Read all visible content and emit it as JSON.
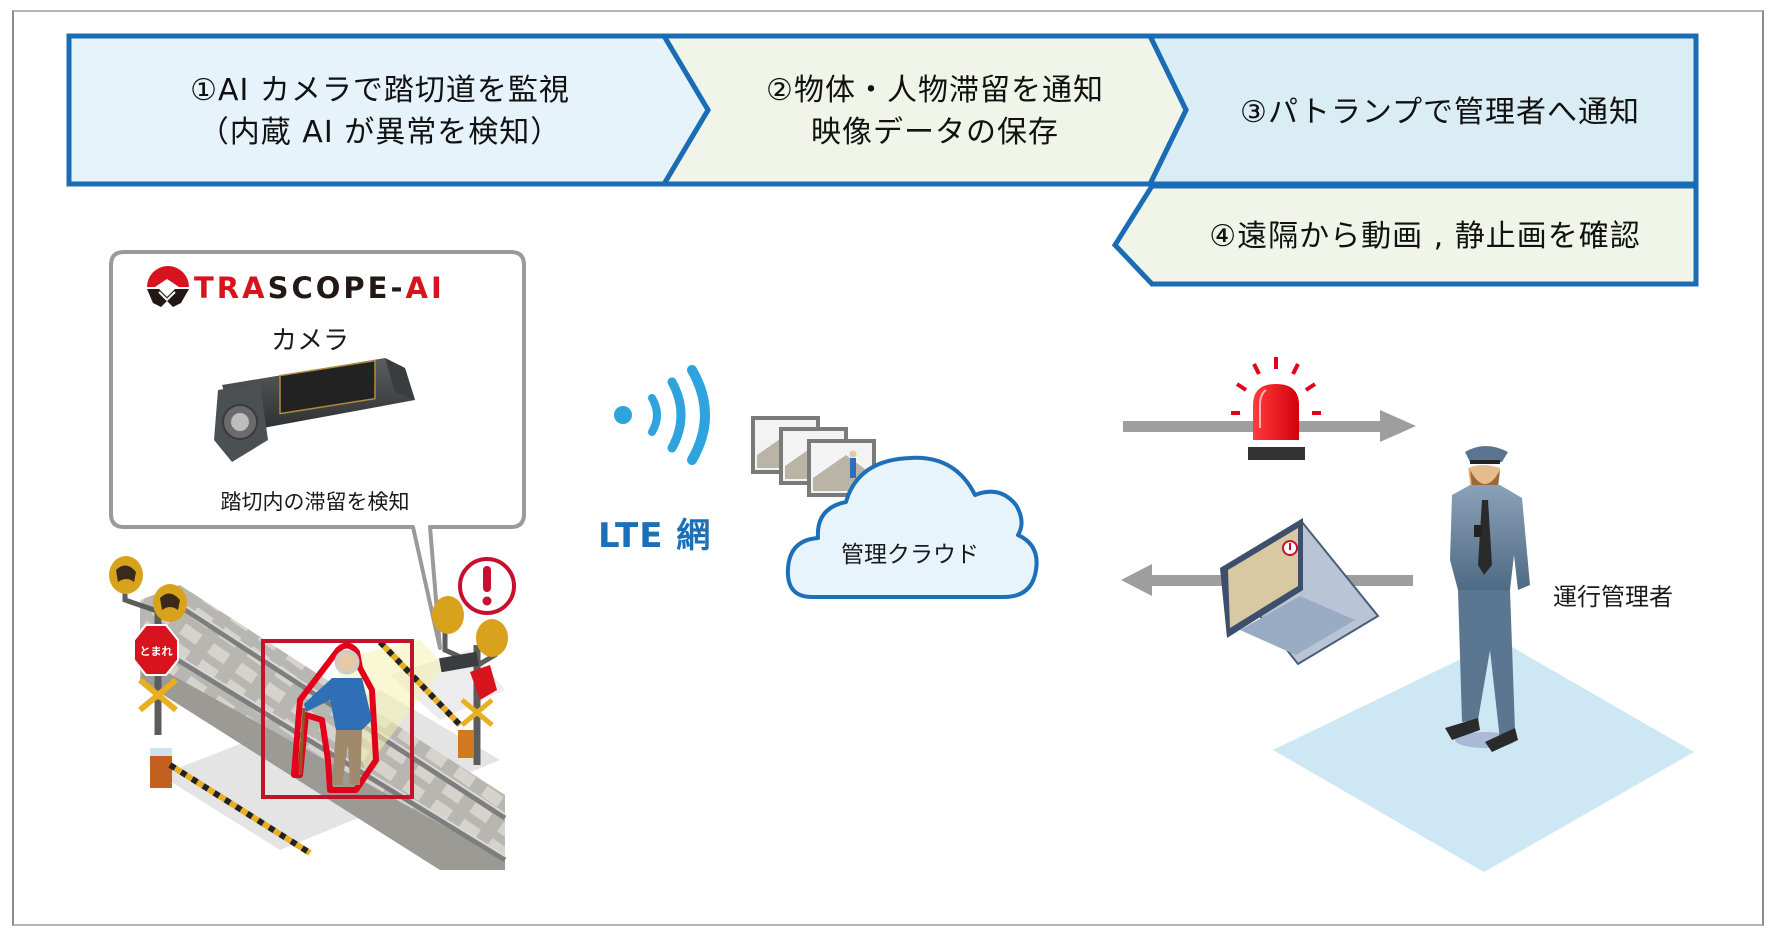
{
  "steps": [
    {
      "id": 1,
      "lines": [
        "①AI カメラで踏切道を監視",
        "（内蔵 AI が異常を検知）"
      ]
    },
    {
      "id": 2,
      "lines": [
        "②物体・人物滞留を通知",
        "映像データの保存"
      ]
    },
    {
      "id": 3,
      "lines": [
        "③パトランプで管理者へ通知"
      ]
    },
    {
      "id": 4,
      "lines": [
        "④遠隔から動画 , 静止画を確認"
      ]
    }
  ],
  "camera_bubble": {
    "logo": {
      "part1": "TRA",
      "part2": "SCOPE",
      "part3": "-",
      "part4": "AI"
    },
    "title": "カメラ",
    "caption": "踏切内の滞留を検知"
  },
  "crossing_scene": {
    "stop_sign": "とまれ",
    "alert_icon": "exclamation-icon"
  },
  "network": {
    "label": "LTE 網",
    "icon": "wireless-signal-icon"
  },
  "cloud": {
    "label": "管理クラウド",
    "icon": "cloud-icon"
  },
  "operator": {
    "label": "運行管理者"
  },
  "icons": {
    "patrol_lamp": "patrol-lamp-icon",
    "laptop": "laptop-icon",
    "forward_arrow": "arrow-right-icon",
    "back_arrow": "arrow-left-icon"
  },
  "colors": {
    "step_border": "#1a6db5",
    "step1_fill": "#e6f3fb",
    "step2_fill": "#f1f5e9",
    "step3_fill": "#daedf5",
    "step4_fill": "#f1f5e9",
    "accent_red": "#d7141e",
    "lte_blue": "#1d6fb8",
    "cloud_border": "#1d6fb8",
    "floor": "#cde8f4",
    "arrow_gray": "#9e9e9e"
  }
}
